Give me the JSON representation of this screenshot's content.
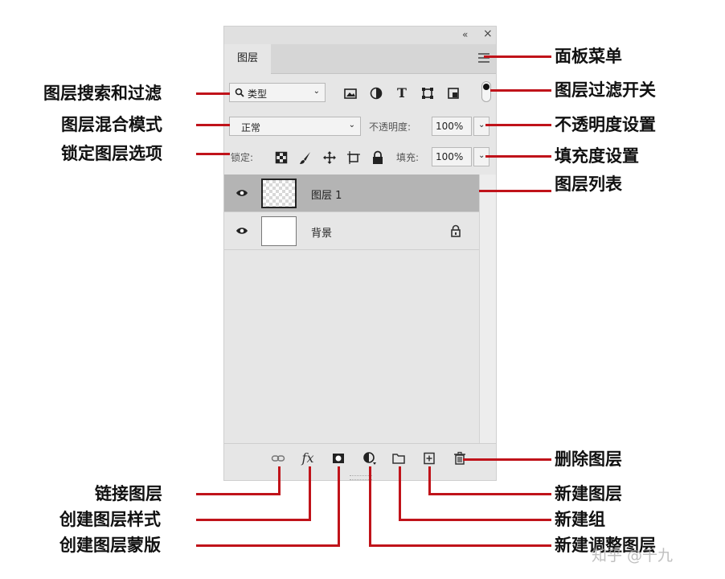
{
  "panel": {
    "tab_label": "图层",
    "collapse_icon": "«",
    "close_icon": "×",
    "filter": {
      "selected": "类型",
      "search_icon": "magnifier",
      "icons": [
        "image-icon",
        "adjustment-icon",
        "text-icon",
        "shape-icon",
        "smart-object-icon"
      ]
    },
    "blend_mode": "正常",
    "opacity_label": "不透明度:",
    "opacity_value": "100%",
    "lock_label": "锁定:",
    "fill_label": "填充:",
    "fill_value": "100%",
    "layers": [
      {
        "name": "图层 1",
        "selected": true,
        "locked": false
      },
      {
        "name": "背景",
        "selected": false,
        "locked": true
      }
    ]
  },
  "annotations": {
    "panel_menu": "面板菜单",
    "layer_filter_search": "图层搜索和过滤",
    "layer_filter_toggle": "图层过滤开关",
    "blend_mode": "图层混合模式",
    "opacity_setting": "不透明度设置",
    "lock_options": "锁定图层选项",
    "fill_setting": "填充度设置",
    "layer_list": "图层列表",
    "delete_layer": "删除图层",
    "link_layers": "链接图层",
    "new_layer": "新建图层",
    "layer_style": "创建图层样式",
    "new_group": "新建组",
    "layer_mask": "创建图层蒙版",
    "new_adjustment": "新建调整图层"
  },
  "watermark": "知乎 @千九",
  "colors": {
    "annotation_line": "#c0131a",
    "panel_bg": "#e6e6e6",
    "selected_layer": "#b4b4b4"
  }
}
